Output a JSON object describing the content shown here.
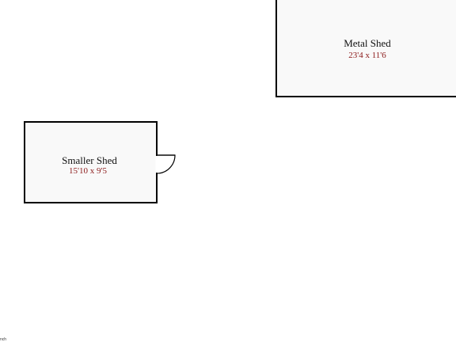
{
  "colors": {
    "room_fill": "#f9f9f9",
    "wall": "#000000",
    "dimension_text": "#8b1a1a"
  },
  "rooms": [
    {
      "name": "Metal Shed",
      "dimensions": "23'4 x 11'6"
    },
    {
      "name": "Smaller Shed",
      "dimensions": "15'10 x 9'5",
      "door": "door-swing"
    }
  ],
  "corner_mark": "nch"
}
